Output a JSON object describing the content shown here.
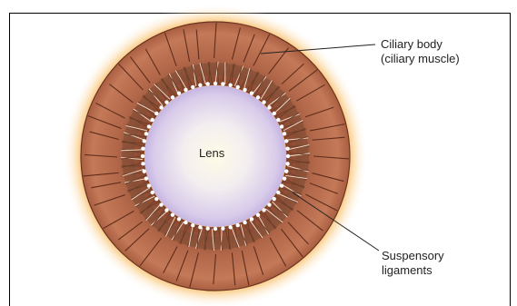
{
  "labels": {
    "lens": "Lens",
    "ciliary_line1": "Ciliary body",
    "ciliary_line2": "(ciliary muscle)",
    "suspensory_line1": "Suspensory",
    "suspensory_line2": "ligaments"
  },
  "colors": {
    "muscle": "#b46a4b",
    "muscle_dark": "#6b3422",
    "glow": "#f6b04a",
    "lens_center": "#fbf6df",
    "lens_edge": "#cdbbe3",
    "ligament": "#8a5a3e"
  }
}
